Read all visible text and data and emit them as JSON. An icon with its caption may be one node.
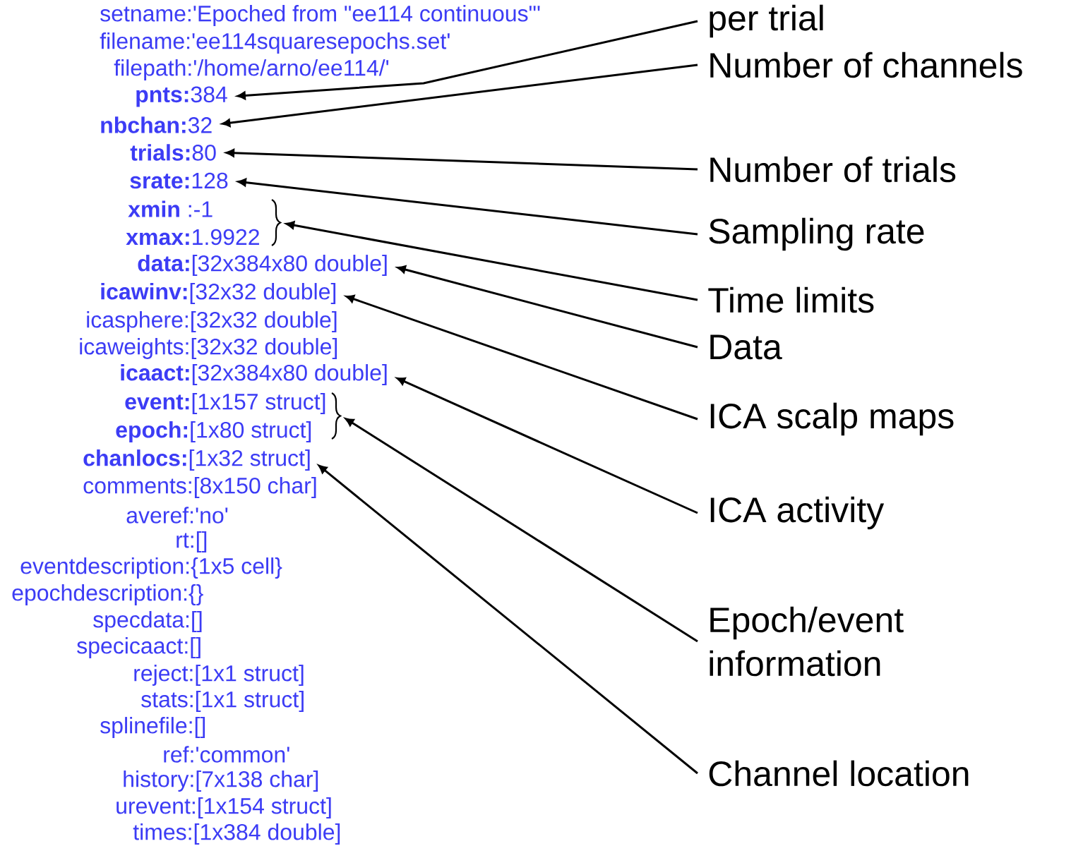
{
  "diagram": {
    "nodes": [
      {
        "text": [
          "setname:'Epoched from \"ee114 continuous\"'"
        ]
      },
      {
        "text": [
          "filename:'ee114squaresepochs.set'"
        ]
      },
      {
        "text": [
          "filepath:'/home/arno/ee114/'"
        ]
      },
      {
        "text": [
          "**pnts:**384"
        ]
      },
      {
        "text": [
          "**nbchan:**32"
        ]
      },
      {
        "text": [
          "**trials:**80"
        ]
      },
      {
        "text": [
          "**srate:**128"
        ]
      },
      {
        "text": [
          "**xmin** :-1"
        ]
      },
      {
        "text": [
          "**xmax:**1.9922"
        ]
      },
      {
        "text": [
          "**data:**[32x384x80 double]"
        ]
      },
      {
        "text": [
          "**icawinv:**[32x32 double]"
        ]
      },
      {
        "text": [
          "icasphere:[32x32 double]"
        ]
      },
      {
        "text": [
          "icaweights:[32x32 double]"
        ]
      },
      {
        "text": [
          "**icaact:**[32x384x80 double]"
        ]
      },
      {
        "text": [
          "**event:**[1x157 struct]"
        ]
      },
      {
        "text": [
          "**epoch:**[1x80 struct]"
        ]
      },
      {
        "text": [
          "**chanlocs:**[1x32 struct]"
        ]
      },
      {
        "text": [
          "comments:[8x150 char]"
        ]
      },
      {
        "text": [
          "averef:'no'"
        ]
      },
      {
        "text": [
          "rt:[]"
        ]
      },
      {
        "text": [
          "eventdescription:{1x5 cell}"
        ]
      },
      {
        "text": [
          "epochdescription:{}"
        ]
      },
      {
        "text": [
          "specdata:[]"
        ]
      },
      {
        "text": [
          "specicaact:[]"
        ]
      },
      {
        "text": [
          "reject:[1x1 struct]"
        ]
      },
      {
        "text": [
          "stats:[1x1 struct]"
        ]
      },
      {
        "text": [
          "splinefile:[]"
        ]
      },
      {
        "text": [
          "ref:'common'"
        ]
      },
      {
        "text": [
          "history:[7x138 char]"
        ]
      },
      {
        "text": [
          "urevent:[1x154 struct]"
        ]
      },
      {
        "text": [
          "times:[1x384 double]"
        ]
      },
      {
        "text": [],
        "shape": "brace"
      },
      {
        "text": [],
        "shape": "brace"
      },
      {
        "text": [
          "per trial"
        ]
      },
      {
        "text": [
          "Number of channels"
        ]
      },
      {
        "text": [
          "Number of trials"
        ]
      },
      {
        "text": [
          "Sampling rate"
        ]
      },
      {
        "text": [
          "Time limits"
        ]
      },
      {
        "text": [
          "Data"
        ]
      },
      {
        "text": [
          "ICA scalp maps"
        ]
      },
      {
        "text": [
          "ICA activity"
        ]
      },
      {
        "text": [
          "Epoch/event information"
        ]
      },
      {
        "text": [
          "Channel location"
        ]
      }
    ],
    "edges": [
      {
        "from": 33,
        "to": 3,
        "arrow": "to"
      },
      {
        "from": 34,
        "to": 4,
        "arrow": "to"
      },
      {
        "from": 35,
        "to": 5,
        "arrow": "to"
      },
      {
        "from": 36,
        "to": 6,
        "arrow": "to"
      },
      {
        "from": 37,
        "to": 31,
        "arrow": "to"
      },
      {
        "from": 38,
        "to": 9,
        "arrow": "to"
      },
      {
        "from": 39,
        "to": 10,
        "arrow": "to"
      },
      {
        "from": 40,
        "to": 13,
        "arrow": "to"
      },
      {
        "from": 41,
        "to": 32,
        "arrow": "to"
      },
      {
        "from": 42,
        "to": 16,
        "arrow": "to"
      }
    ]
  }
}
